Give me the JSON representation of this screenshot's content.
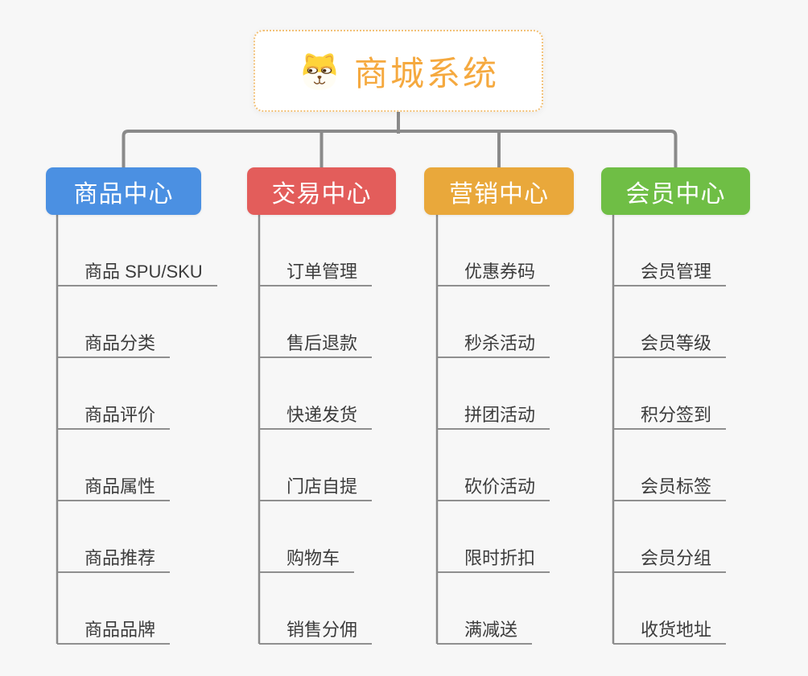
{
  "root": {
    "title": "商城系统",
    "icon": "dog-icon",
    "title_color": "#f5a93f",
    "border_color": "#f2c178"
  },
  "branches": [
    {
      "label": "商品中心",
      "color": "#4b90e2",
      "items": [
        "商品 SPU/SKU",
        "商品分类",
        "商品评价",
        "商品属性",
        "商品推荐",
        "商品品牌"
      ]
    },
    {
      "label": "交易中心",
      "color": "#e35d5b",
      "items": [
        "订单管理",
        "售后退款",
        "快递发货",
        "门店自提",
        "购物车",
        "销售分佣"
      ]
    },
    {
      "label": "营销中心",
      "color": "#e9a83b",
      "items": [
        "优惠券码",
        "秒杀活动",
        "拼团活动",
        "砍价活动",
        "限时折扣",
        "满减送"
      ]
    },
    {
      "label": "会员中心",
      "color": "#6fbe45",
      "items": [
        "会员管理",
        "会员等级",
        "积分签到",
        "会员标签",
        "会员分组",
        "收货地址"
      ]
    }
  ],
  "colors": {
    "connector": "#8a8a8a",
    "leaf_line": "#8f8f8f",
    "leaf_text": "#3c3c3c",
    "background": "#f7f7f7"
  }
}
